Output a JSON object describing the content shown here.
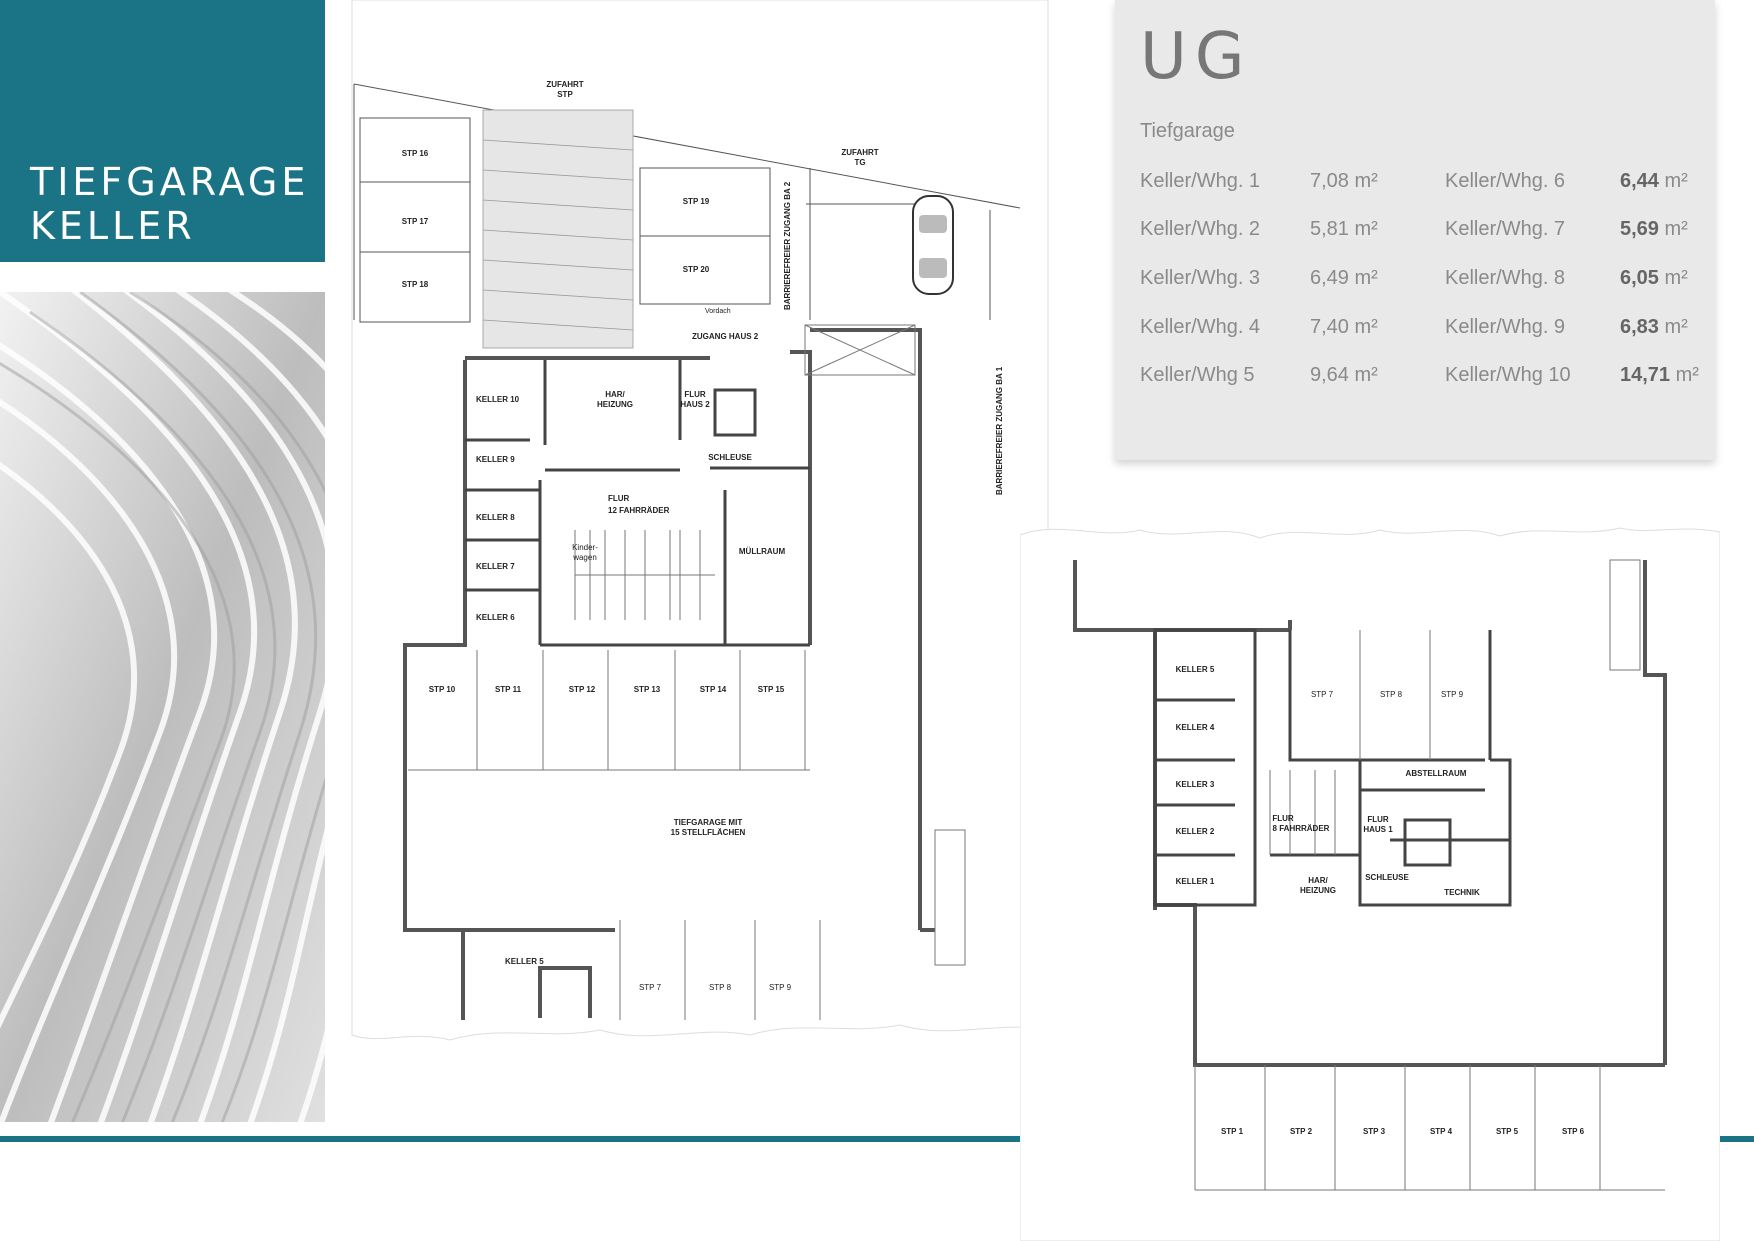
{
  "title": {
    "line1": "TIEFGARAGE",
    "line2": "KELLER"
  },
  "info": {
    "heading": "UG",
    "subtitle": "Tiefgarage",
    "rows_left": [
      {
        "label": "Keller/Whg. 1",
        "value": "7,08 m²"
      },
      {
        "label": "Keller/Whg. 2",
        "value": "5,81 m²"
      },
      {
        "label": "Keller/Whg. 3",
        "value": "6,49 m²"
      },
      {
        "label": "Keller/Whg. 4",
        "value": "7,40 m²"
      },
      {
        "label": "Keller/Whg 5",
        "value": "9,64 m²"
      }
    ],
    "rows_right": [
      {
        "label": "Keller/Whg. 6",
        "value_bold": "6,44",
        "unit": "m²"
      },
      {
        "label": "Keller/Whg. 7",
        "value_bold": "5,69",
        "unit": "m²"
      },
      {
        "label": "Keller/Whg. 8",
        "value_bold": "6,05",
        "unit": "m²"
      },
      {
        "label": "Keller/Whg. 9",
        "value_bold": "6,83",
        "unit": "m²"
      },
      {
        "label": "Keller/Whg 10",
        "value_bold": "14,71",
        "unit": "m²"
      }
    ]
  },
  "plan1": {
    "zufahrt_stp": "ZUFAHRT",
    "zufahrt_stp2": "STP",
    "zufahrt_tg": "ZUFAHRT",
    "zufahrt_tg2": "TG",
    "vordach": "Vordach",
    "zugang_haus2": "ZUGANG HAUS 2",
    "barrierefrei_ba2": "BARRIEREFREIER ZUGANG BA 2",
    "barrierefrei_ba1": "BARRIEREFREIER ZUGANG BA 1",
    "stp16": "STP 16",
    "stp17": "STP 17",
    "stp18": "STP 18",
    "stp19": "STP 19",
    "stp20": "STP 20",
    "keller10": "KELLER 10",
    "keller9": "KELLER 9",
    "keller8": "KELLER 8",
    "keller7": "KELLER 7",
    "keller6": "KELLER 6",
    "keller5": "KELLER 5",
    "har1": "HAR/",
    "har2": "HEIZUNG",
    "flur_haus2_1": "FLUR",
    "flur_haus2_2": "HAUS 2",
    "schleuse": "SCHLEUSE",
    "flur1": "FLUR",
    "flur2": "12 FAHRRÄDER",
    "kinder1": "Kinder-",
    "kinder2": "wagen",
    "muellraum": "MÜLLRAUM",
    "stp_row": [
      "STP 10",
      "STP 11",
      "STP 12",
      "STP 13",
      "STP 14",
      "STP 15"
    ],
    "tg1": "TIEFGARAGE MIT",
    "tg2": "15 STELLFLÄCHEN",
    "stp_bottom": [
      "STP 7",
      "STP 8",
      "STP 9"
    ]
  },
  "plan2": {
    "keller5": "KELLER 5",
    "keller4": "KELLER 4",
    "keller3": "KELLER 3",
    "keller2": "KELLER 2",
    "keller1": "KELLER 1",
    "stp_top": [
      "STP 7",
      "STP 8",
      "STP 9"
    ],
    "abstellraum": "ABSTELLRAUM",
    "flur1": "FLUR",
    "flur2": "8 FAHRRÄDER",
    "flur_haus1_1": "FLUR",
    "flur_haus1_2": "HAUS 1",
    "schleuse": "SCHLEUSE",
    "har1": "HAR/",
    "har2": "HEIZUNG",
    "technik": "TECHNIK",
    "stp_bottom": [
      "STP 1",
      "STP 2",
      "STP 3",
      "STP 4",
      "STP 5",
      "STP 6"
    ]
  },
  "colors": {
    "accent": "#1a7486",
    "panel": "#e9e9e9"
  }
}
